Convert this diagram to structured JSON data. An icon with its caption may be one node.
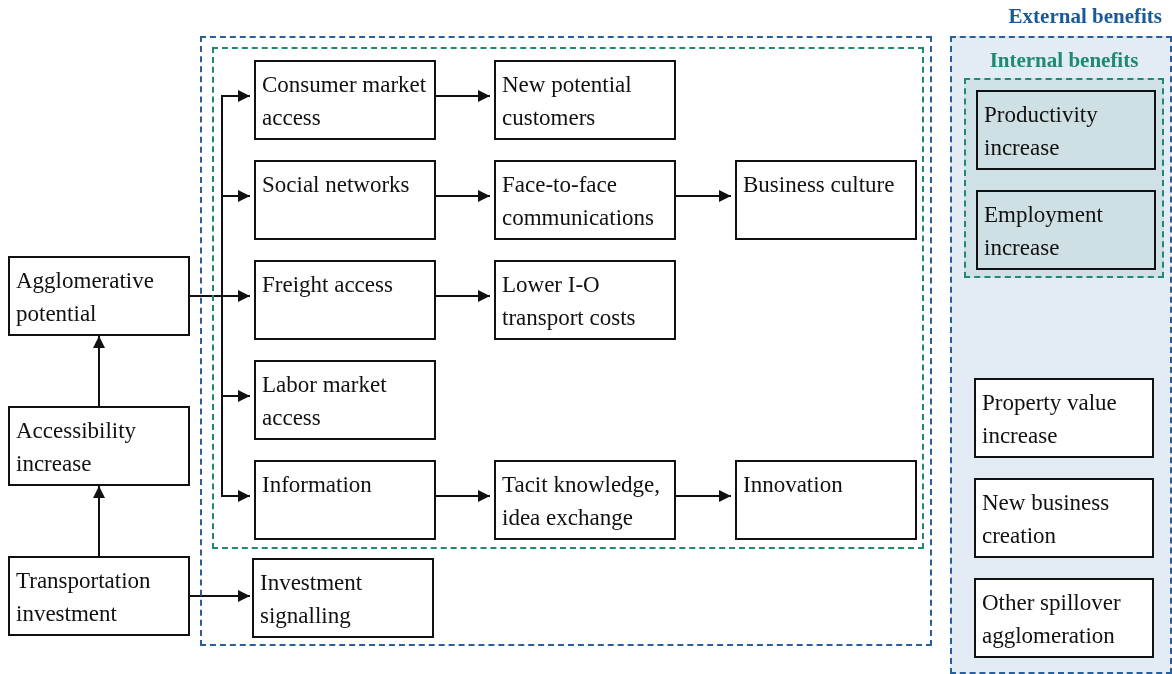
{
  "diagram": {
    "nodes": [
      {
        "text": [],
        "shape": "box"
      },
      {
        "text": [],
        "shape": "box",
        "in": 0
      },
      {
        "text": [
          "Consumer market access"
        ],
        "in": 1
      },
      {
        "text": [
          "New potential customers"
        ],
        "in": 1
      },
      {
        "text": [
          "Social networks"
        ],
        "in": 1
      },
      {
        "text": [
          "Face-to-face communications"
        ],
        "in": 1
      },
      {
        "text": [
          "Business culture"
        ],
        "in": 1
      },
      {
        "text": [
          "Freight access"
        ],
        "in": 1
      },
      {
        "text": [
          "Lower I-O transport costs"
        ],
        "in": 1
      },
      {
        "text": [
          "Labor market access"
        ],
        "in": 1
      },
      {
        "text": [
          "Information"
        ],
        "in": 1
      },
      {
        "text": [
          "Tacit knowledge, idea exchange"
        ],
        "in": 1
      },
      {
        "text": [
          "Innovation"
        ],
        "in": 1
      },
      {
        "text": [
          "Investment signalling"
        ],
        "in": 0
      },
      {
        "text": [
          "Agglomerative potential"
        ]
      },
      {
        "text": [
          "Accessibility increase"
        ]
      },
      {
        "text": [
          "Transportation investment"
        ]
      },
      {
        "text": [
          "External benefits"
        ]
      },
      {
        "text": [
          "Internal benefits"
        ],
        "in": 17
      },
      {
        "text": [
          "Productivity increase"
        ],
        "in": 18
      },
      {
        "text": [
          "Employment increase"
        ],
        "in": 18
      },
      {
        "text": [
          "Property value increase"
        ],
        "in": 17
      },
      {
        "text": [
          "New business creation"
        ],
        "in": 17
      },
      {
        "text": [
          "Other spillover agglomeration"
        ],
        "in": 17
      }
    ],
    "edges": [
      {
        "from": 16,
        "to": 15,
        "arrow": "to"
      },
      {
        "from": 15,
        "to": 14,
        "arrow": "to"
      },
      {
        "from": 14,
        "to": 2,
        "arrow": "to"
      },
      {
        "from": 14,
        "to": 4,
        "arrow": "to"
      },
      {
        "from": 14,
        "to": 7,
        "arrow": "to"
      },
      {
        "from": 14,
        "to": 9,
        "arrow": "to"
      },
      {
        "from": 14,
        "to": 10,
        "arrow": "to"
      },
      {
        "from": 16,
        "to": 13,
        "arrow": "to"
      },
      {
        "from": 2,
        "to": 3,
        "arrow": "to"
      },
      {
        "from": 4,
        "to": 5,
        "arrow": "to"
      },
      {
        "from": 5,
        "to": 6,
        "arrow": "to"
      },
      {
        "from": 7,
        "to": 8,
        "arrow": "to"
      },
      {
        "from": 10,
        "to": 11,
        "arrow": "to"
      },
      {
        "from": 11,
        "to": 12,
        "arrow": "to"
      }
    ]
  }
}
